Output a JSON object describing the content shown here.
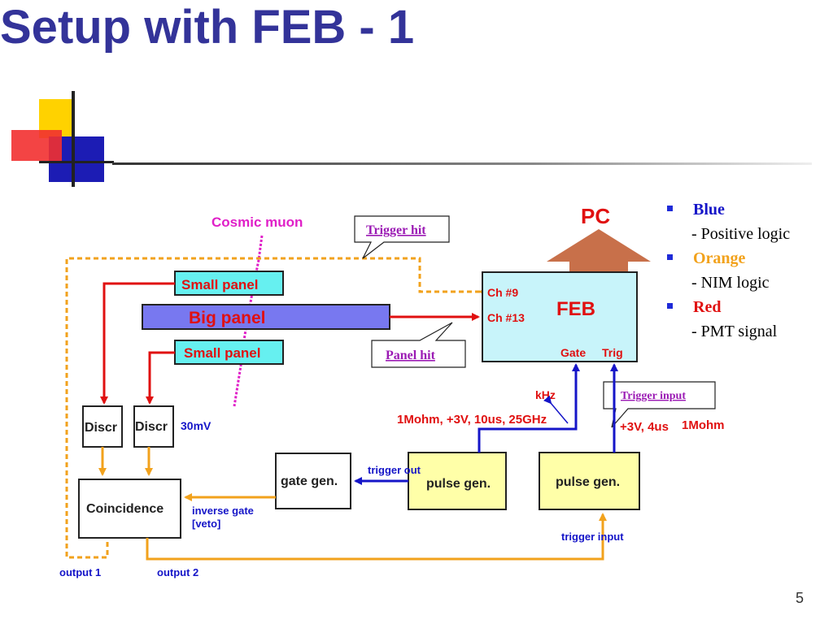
{
  "slide": {
    "title": "Setup with FEB - 1",
    "page_number": "5"
  },
  "legend": {
    "items": [
      {
        "color_name": "Blue",
        "color": "#1515c8",
        "description": "- Positive logic"
      },
      {
        "color_name": "Orange",
        "color": "#f2a21c",
        "description": "- NIM logic"
      },
      {
        "color_name": "Red",
        "color": "#e01010",
        "description": "- PMT signal"
      }
    ]
  },
  "diagram": {
    "cosmic_muon": "Cosmic muon",
    "pc": "PC",
    "small_panel_top": "Small panel",
    "big_panel": "Big panel",
    "small_panel_bottom": "Small panel",
    "feb": {
      "label": "FEB",
      "ch9": "Ch #9",
      "ch13": "Ch #13",
      "gate": "Gate",
      "trig": "Trig"
    },
    "callouts": {
      "trigger_hit": "Trigger hit",
      "panel_hit": "Panel hit",
      "trigger_input": "Trigger input"
    },
    "discr_left": "Discr",
    "discr_right": "Discr",
    "threshold": "30mV",
    "coincidence": "Coincidence",
    "gate_gen": "gate gen.",
    "pulse_gen_left": "pulse gen.",
    "pulse_gen_right": "pulse gen.",
    "khz": "kHz",
    "pulse_left_params": "1Mohm, +3V, 10us, 25GHz",
    "pulse_right_params": "+3V, 4us",
    "pulse_right_impedance": "1Mohm",
    "trigger_out": "trigger out",
    "inverse_gate": "inverse gate",
    "veto": "[veto]",
    "trigger_input_label": "trigger input",
    "output1": "output 1",
    "output2": "output 2"
  },
  "colors": {
    "title": "#333399",
    "orange": "#f2a21c",
    "red": "#e01010",
    "blue": "#1515c8",
    "panel_cyan": "#66f0f0",
    "big_panel": "#7878f0",
    "feb_bg": "#c8f4fa",
    "pulse_bg": "#ffffa8",
    "magenta": "#e020c8",
    "pc_arrow": "#c8704a"
  }
}
